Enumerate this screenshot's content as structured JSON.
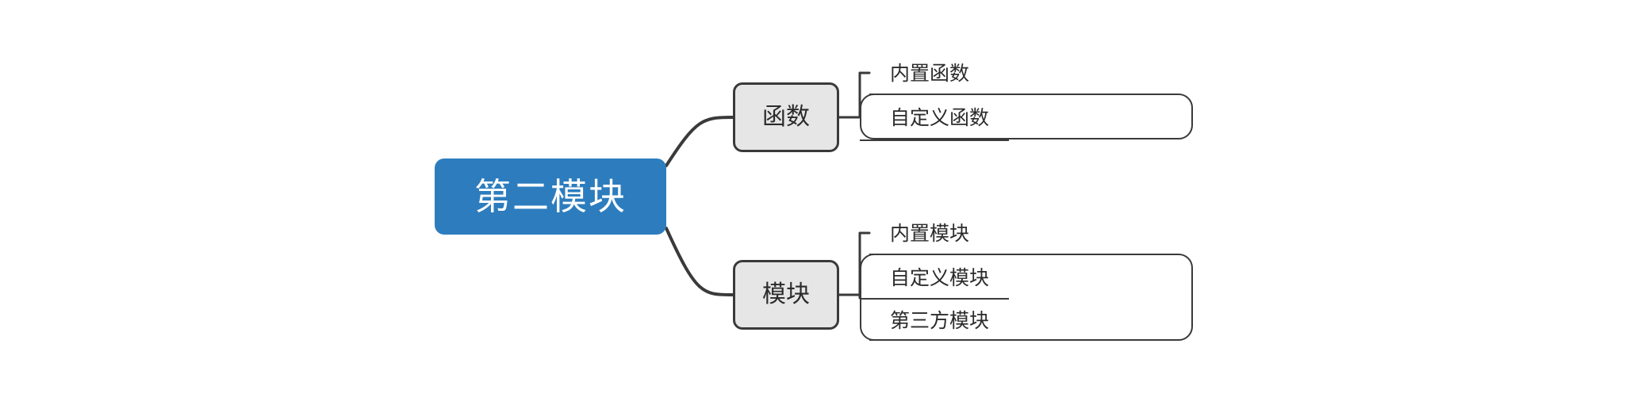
{
  "diagram": {
    "type": "mindmap",
    "orientation": "left-to-right",
    "background_color": "#FFFFFF",
    "root": {
      "label": "第二模块",
      "fill_color": "#2D7DBE",
      "text_color": "#FFFFFF"
    },
    "branches": [
      {
        "id": "han-shu",
        "label": "函数",
        "fill_color": "#E6E6E6",
        "border_color": "#3A3A3A",
        "text_color": "#2B2B2B",
        "leaves": [
          {
            "id": "nei-zhi-han-shu",
            "label": "内置函数"
          },
          {
            "id": "zi-ding-yi-han-shu",
            "label": "自定义函数"
          }
        ]
      },
      {
        "id": "mo-kuai",
        "label": "模块",
        "fill_color": "#E6E6E6",
        "border_color": "#3A3A3A",
        "text_color": "#2B2B2B",
        "leaves": [
          {
            "id": "nei-zhi-mo-kuai",
            "label": "内置模块"
          },
          {
            "id": "zi-ding-yi-mo-kuai",
            "label": "自定义模块"
          },
          {
            "id": "di-san-fang-mo-kuai",
            "label": "第三方模块"
          }
        ]
      }
    ]
  }
}
